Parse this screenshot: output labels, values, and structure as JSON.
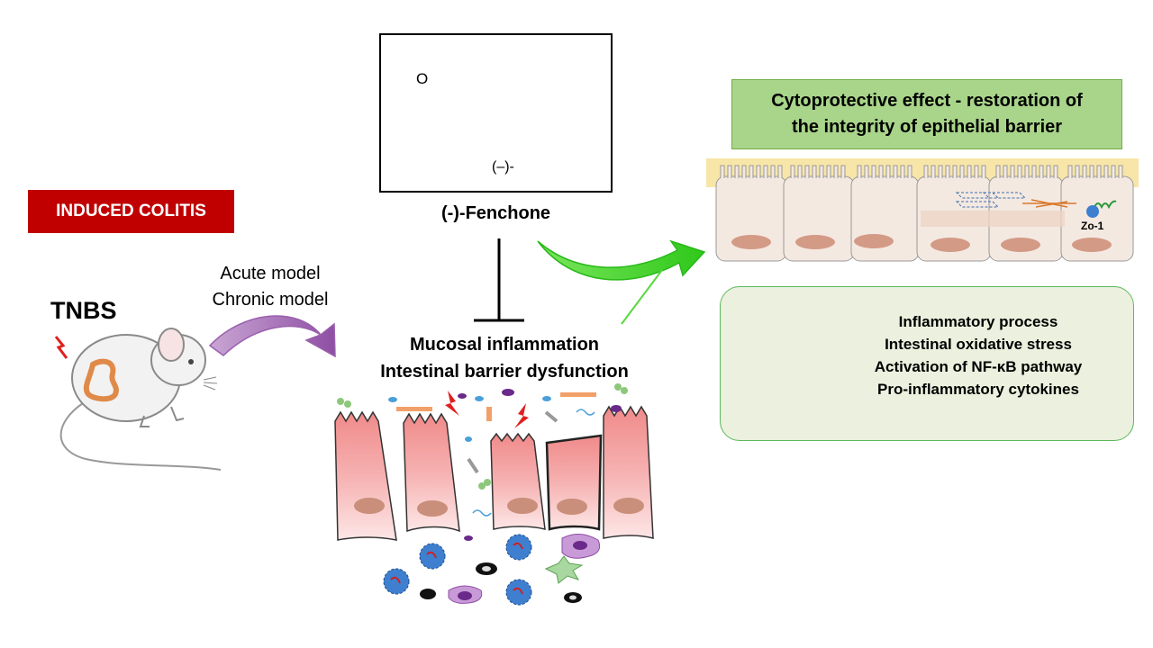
{
  "badge": {
    "induced_colitis": "INDUCED COLITIS"
  },
  "agent": {
    "tnbs": "TNBS"
  },
  "models": {
    "acute": "Acute model",
    "chronic": "Chronic model"
  },
  "compound": {
    "name": "(-)-Fenchone",
    "structure_oxygen": "O",
    "structure_stereo": "(–)-"
  },
  "pathology": {
    "line1": "Mucosal inflammation",
    "line2": "Intestinal barrier dysfunction"
  },
  "outcome": {
    "line1": "Cytoprotective effect - restoration of",
    "line2": "the integrity of epithelial barrier",
    "zo1_label": "Zo-1"
  },
  "decreased_effects": [
    "Inflammatory process",
    "Intestinal oxidative stress",
    "Activation of NF-κB pathway",
    "Pro-inflammatory cytokines"
  ],
  "colors": {
    "badge_red": "#c00000",
    "outcome_green": "#a9d58a",
    "effects_bg": "#ebf1de",
    "arrow_green": "#44d62c",
    "arrow_purple": "#a068b0",
    "down_arrow_green": "#7cc043"
  }
}
